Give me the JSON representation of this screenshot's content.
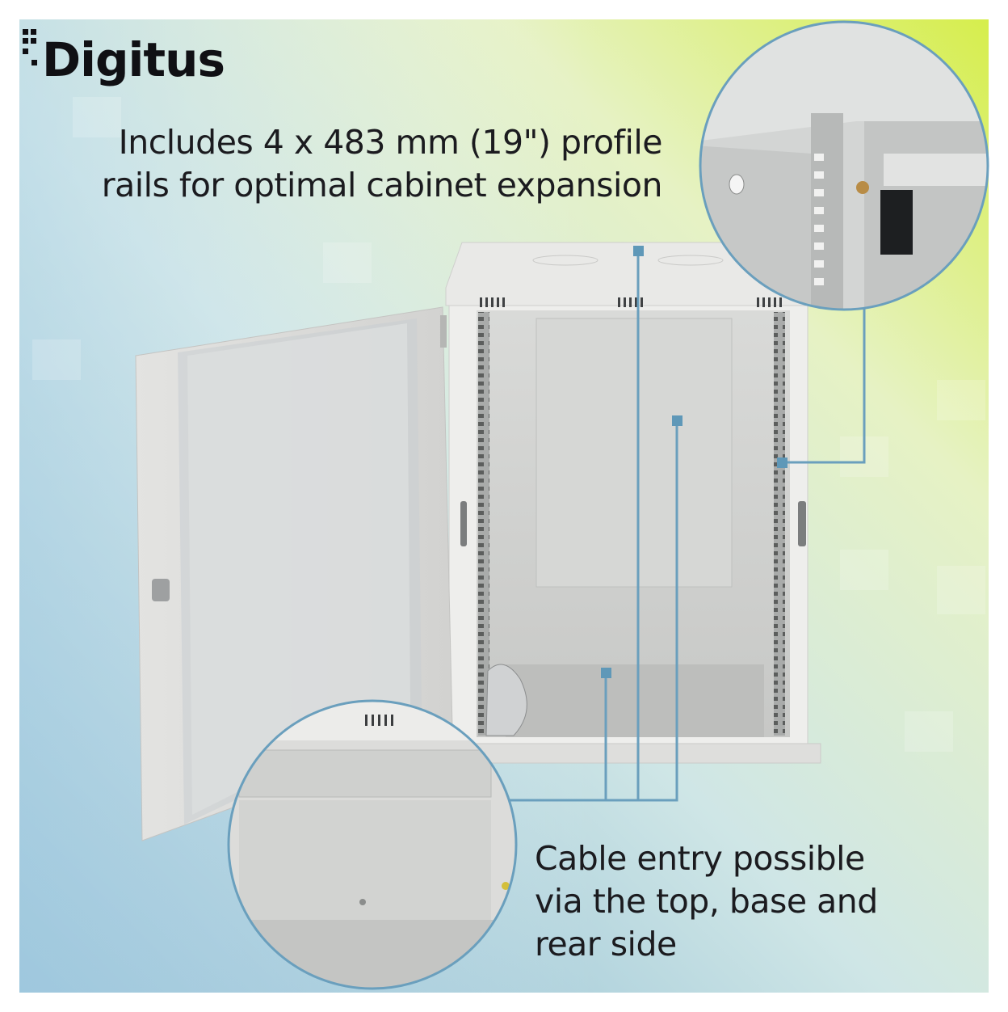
{
  "brand": {
    "name": "Digitus",
    "accent": "#6a9fbd"
  },
  "headline_top": {
    "line1": "Includes 4 x 483 mm (19\") profile",
    "line2": "rails for optimal cabinet expansion"
  },
  "headline_bottom": {
    "line1": "Cable entry possible",
    "line2": "via the top, base and",
    "line3": "rear side"
  },
  "colors": {
    "background_gradient": [
      "#b7d6e8",
      "#e9f3d6",
      "#d9ef59"
    ],
    "callout_line": "#6a9fbd",
    "cabinet_body": "#e6e6e4",
    "text": "#1b1b1f"
  }
}
